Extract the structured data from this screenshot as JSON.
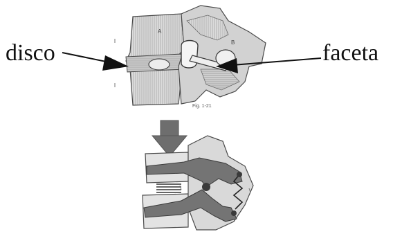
{
  "labels": {
    "disc": "disco",
    "facet": "faceta"
  },
  "caption": "Fig. 1-21",
  "vertebra_letters": {
    "a": "A",
    "b": "B"
  },
  "colors": {
    "bone_fill": "#d9d9d9",
    "hatch": "#9a9a9a",
    "outline": "#4a4a4a",
    "dark_shape": "#6f6f6f",
    "arrow": "#111111"
  }
}
